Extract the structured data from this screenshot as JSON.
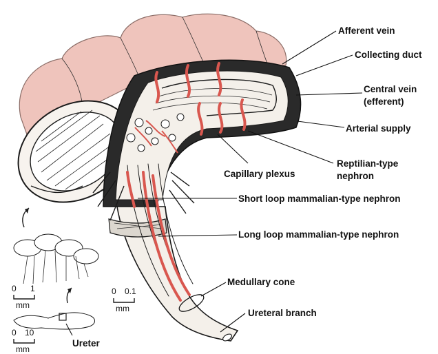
{
  "labels": {
    "afferent_vein": "Afferent vein",
    "collecting_duct": "Collecting duct",
    "central_vein_1": "Central vein",
    "central_vein_2": "(efferent)",
    "arterial_supply": "Arterial supply",
    "capillary_plexus": "Capillary plexus",
    "reptilian_1": "Reptilian-type",
    "reptilian_2": "nephron",
    "short_loop": "Short loop mammalian-type nephron",
    "long_loop": "Long loop mammalian-type nephron",
    "medullary_cone": "Medullary cone",
    "ureteral_branch": "Ureteral branch",
    "ureter": "Ureter"
  },
  "scales": {
    "left_top": {
      "ticks": [
        "0",
        "1"
      ],
      "unit": "mm"
    },
    "left_bottom": {
      "ticks": [
        "0",
        "10"
      ],
      "unit": "mm"
    },
    "center": {
      "ticks": [
        "0",
        "0.1"
      ],
      "unit": "mm"
    }
  },
  "colors": {
    "cortex": "#efc4bc",
    "cortex_edge": "#c99a92",
    "tubule": "#d9574f",
    "ink": "#1a1a1a",
    "dark_wall": "#222222"
  }
}
